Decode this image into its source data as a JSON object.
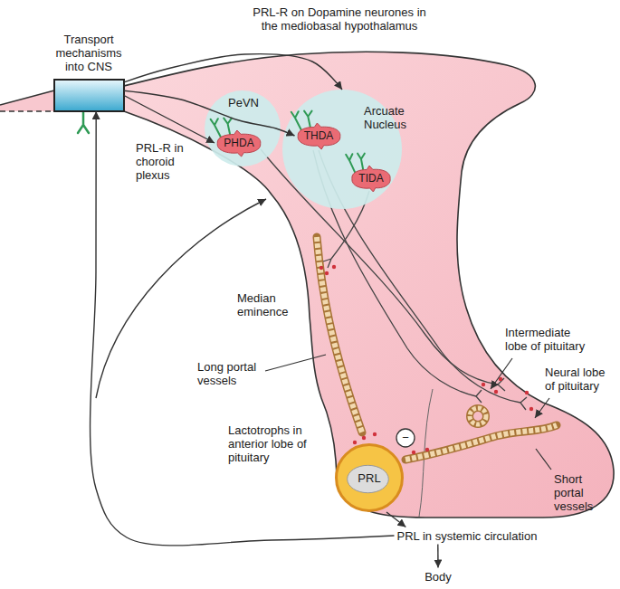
{
  "diagram": {
    "nodes": [
      {
        "text": [
          "Transport mechanisms into CNS",
          "PRL-R in choroid plexus"
        ]
      },
      {
        "text": [
          "PeVN"
        ]
      },
      {
        "text": [
          "PHDA"
        ],
        "in": 1
      },
      {
        "text": [
          "Arcuate Nucleus"
        ]
      },
      {
        "text": [
          "THDA"
        ],
        "in": 3
      },
      {
        "text": [
          "TIDA"
        ],
        "in": 3
      },
      {
        "text": [
          "PRL"
        ]
      },
      {
        "text": [
          "PRL in systemic circulation"
        ]
      },
      {
        "text": [
          "Body"
        ]
      }
    ],
    "edges": [
      {
        "from": 0,
        "to": 2,
        "arrow": "to"
      },
      {
        "from": 0,
        "to": 4,
        "arrow": "to"
      },
      {
        "from": 0,
        "to": 3,
        "arrow": "to"
      },
      {
        "from": 6,
        "to": 7,
        "arrow": "to"
      },
      {
        "from": 7,
        "to": 8,
        "arrow": "to"
      },
      {
        "from": 7,
        "to": 0,
        "arrow": "to"
      }
    ],
    "labels": [
      "PRL-R on Dopamine neurones in the mediobasal hypothalamus",
      "Median eminence",
      "Intermediate lobe of pituitary",
      "Neural lobe of pituitary",
      "Long portal vessels",
      "−",
      "Lactotrophs in anterior lobe of pituitary",
      "Short portal vessels"
    ]
  }
}
